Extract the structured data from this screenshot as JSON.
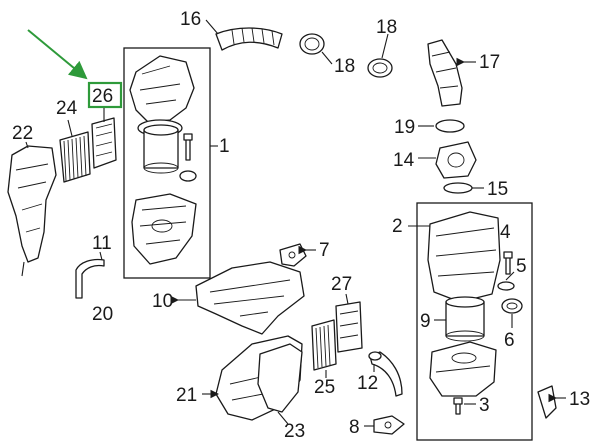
{
  "colors": {
    "highlight": "#2e9a3a",
    "ink": "#1a1a1a"
  },
  "highlighted_callout": "26",
  "callouts": {
    "c1": "1",
    "c2": "2",
    "c3": "3",
    "c4": "4",
    "c5": "5",
    "c6": "6",
    "c7": "7",
    "c9": "9",
    "c10": "10",
    "c11": "11",
    "c12": "12",
    "c13": "13",
    "c14": "14",
    "c15": "15",
    "c16": "16",
    "c17": "17",
    "c18a": "18",
    "c18b": "18",
    "c19": "19",
    "c20": "20",
    "c21": "21",
    "c22": "22",
    "c23": "23",
    "c24": "24",
    "c25": "25",
    "c26": "26",
    "c27": "27",
    "c8": "8"
  }
}
